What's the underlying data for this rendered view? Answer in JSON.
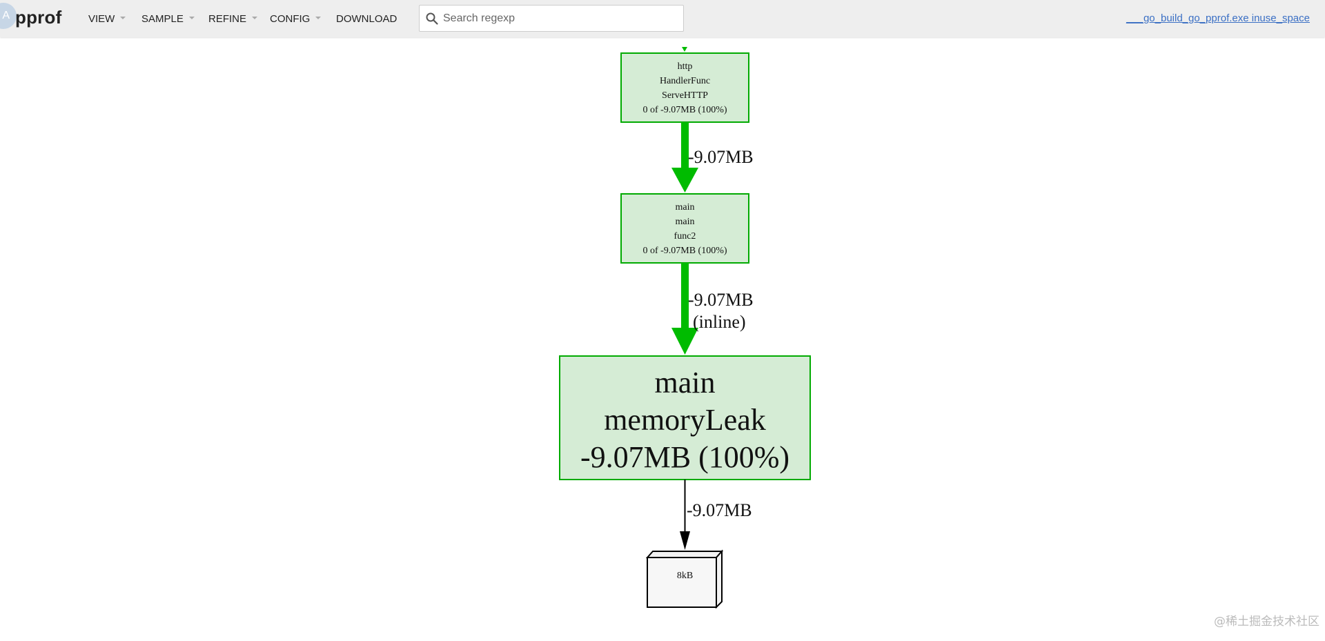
{
  "header": {
    "logo_badge": "A",
    "logo_text": "pprof",
    "menus": {
      "view": "VIEW",
      "sample": "SAMPLE",
      "refine": "REFINE",
      "config": "CONFIG",
      "download": "DOWNLOAD"
    },
    "search": {
      "placeholder": "Search regexp",
      "value": ""
    },
    "profile_link": "___go_build_go_pprof.exe inuse_space"
  },
  "graph": {
    "node_color": "#d5ecd5",
    "node_border": "#00aa00",
    "edge_color": "#00bb00",
    "nodes": {
      "http_handler": {
        "line1": "http",
        "line2": "HandlerFunc",
        "line3": "ServeHTTP",
        "line4": "0 of -9.07MB (100%)"
      },
      "main_func2": {
        "line1": "main",
        "line2": "main",
        "line3": "func2",
        "line4": "0 of -9.07MB (100%)"
      },
      "main_memoryleak": {
        "line1": "main",
        "line2": "memoryLeak",
        "line3": "-9.07MB (100%)"
      },
      "alloc_8kb": {
        "label": "8kB"
      }
    },
    "edges": {
      "http_to_func2": {
        "label": "-9.07MB"
      },
      "func2_to_memoryleak": {
        "label": "-9.07MB",
        "sub": "(inline)"
      },
      "memoryleak_to_8kb": {
        "label": "-9.07MB"
      }
    }
  },
  "watermark": "@稀土掘金技术社区"
}
